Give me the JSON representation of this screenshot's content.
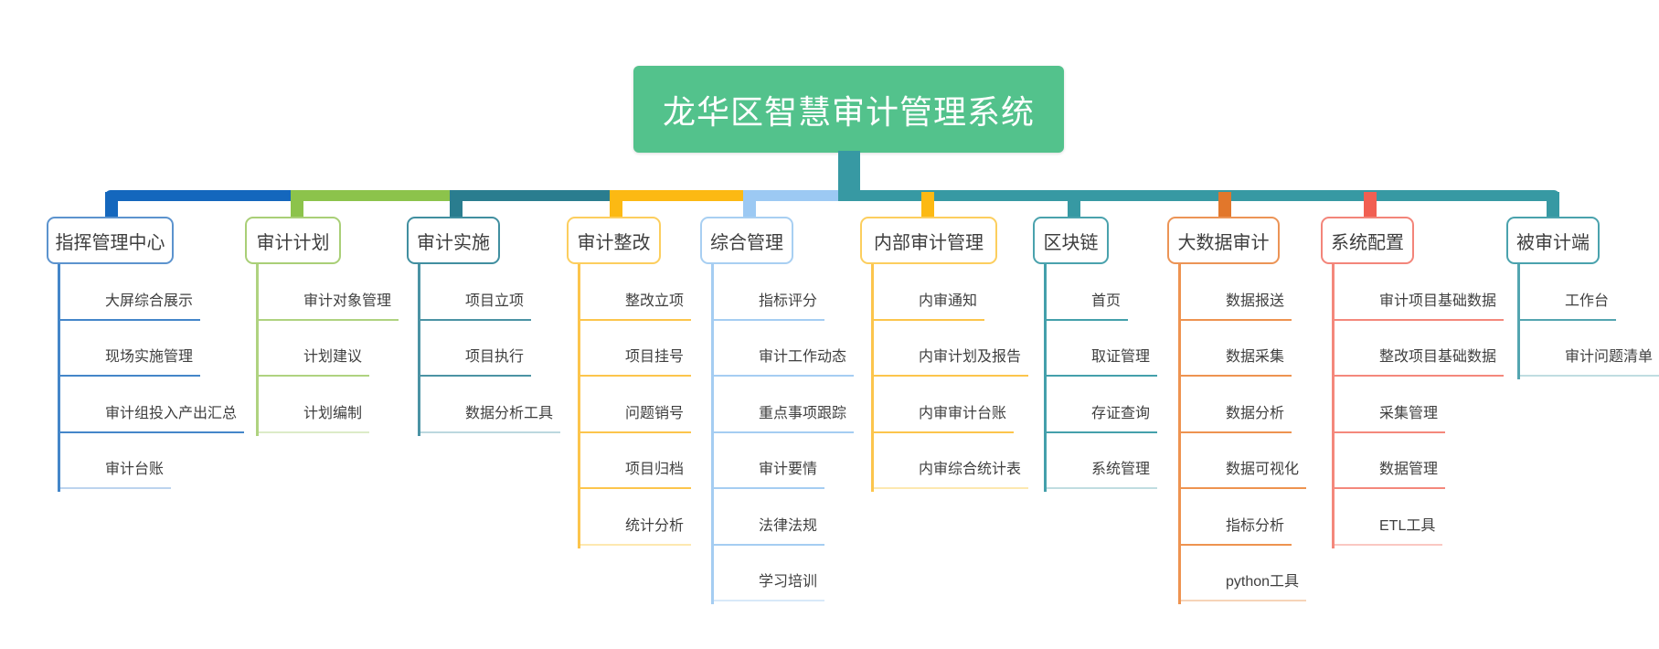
{
  "title": "龙华区智慧审计管理系统",
  "theme": {
    "root_bg": "#53c28c",
    "root_text": "#ffffff",
    "trunk": "#3799a3",
    "bar_segments": [
      "#1467bd",
      "#8cc34b",
      "#2a7d8f",
      "#fcb913",
      "#9cc9f3",
      "#3799a3"
    ]
  },
  "branches": [
    {
      "label": "指挥管理中心",
      "colors": {
        "accent": "#1467bd",
        "border": "#5c93ce",
        "line": "#4486c9",
        "faint": "#bcd4ee"
      },
      "children": [
        "大屏综合展示",
        "现场实施管理",
        "审计组投入产出汇总",
        "审计台账"
      ]
    },
    {
      "label": "审计计划",
      "colors": {
        "accent": "#8cc34b",
        "border": "#a9cf77",
        "line": "#afd380",
        "faint": "#dcebc8"
      },
      "children": [
        "审计对象管理",
        "计划建议",
        "计划编制"
      ]
    },
    {
      "label": "审计实施",
      "colors": {
        "accent": "#2a7d8f",
        "border": "#418fa0",
        "line": "#4b93a4",
        "faint": "#bcd8df"
      },
      "children": [
        "项目立项",
        "项目执行",
        "数据分析工具"
      ]
    },
    {
      "label": "审计整改",
      "colors": {
        "accent": "#fcb913",
        "border": "#fcce5e",
        "line": "#fcc54c",
        "faint": "#fde8b0"
      },
      "children": [
        "整改立项",
        "项目挂号",
        "问题销号",
        "项目归档",
        "统计分析"
      ]
    },
    {
      "label": "综合管理",
      "colors": {
        "accent": "#9cc9f3",
        "border": "#a8cff2",
        "line": "#a5cdf2",
        "faint": "#d8e9f9"
      },
      "children": [
        "指标评分",
        "审计工作动态",
        "重点事项跟踪",
        "审计要情",
        "法律法规",
        "学习培训"
      ]
    },
    {
      "label": "内部审计管理",
      "colors": {
        "accent": "#fcb913",
        "border": "#fcce5e",
        "line": "#fcc54c",
        "faint": "#fde8b0"
      },
      "children": [
        "内审通知",
        "内审计划及报告",
        "内审审计台账",
        "内审综合统计表"
      ]
    },
    {
      "label": "区块链",
      "colors": {
        "accent": "#3799a3",
        "border": "#4aa2ad",
        "line": "#44a0ab",
        "faint": "#c0dde1"
      },
      "children": [
        "首页",
        "取证管理",
        "存证查询",
        "系统管理"
      ]
    },
    {
      "label": "大数据审计",
      "colors": {
        "accent": "#e2772b",
        "border": "#ec9456",
        "line": "#ee9350",
        "faint": "#f6d4b8"
      },
      "children": [
        "数据报送",
        "数据采集",
        "数据分析",
        "数据可视化",
        "指标分析",
        "python工具"
      ]
    },
    {
      "label": "系统配置",
      "colors": {
        "accent": "#f15f52",
        "border": "#f3857a",
        "line": "#f4887c",
        "faint": "#fac8c2"
      },
      "children": [
        "审计项目基础数据",
        "整改项目基础数据",
        "采集管理",
        "数据管理",
        "ETL工具"
      ]
    },
    {
      "label": "被审计端",
      "colors": {
        "accent": "#3799a3",
        "border": "#4aa2ad",
        "line": "#54a5b0",
        "faint": "#c0dde1"
      },
      "children": [
        "工作台",
        "审计问题清单"
      ]
    }
  ]
}
